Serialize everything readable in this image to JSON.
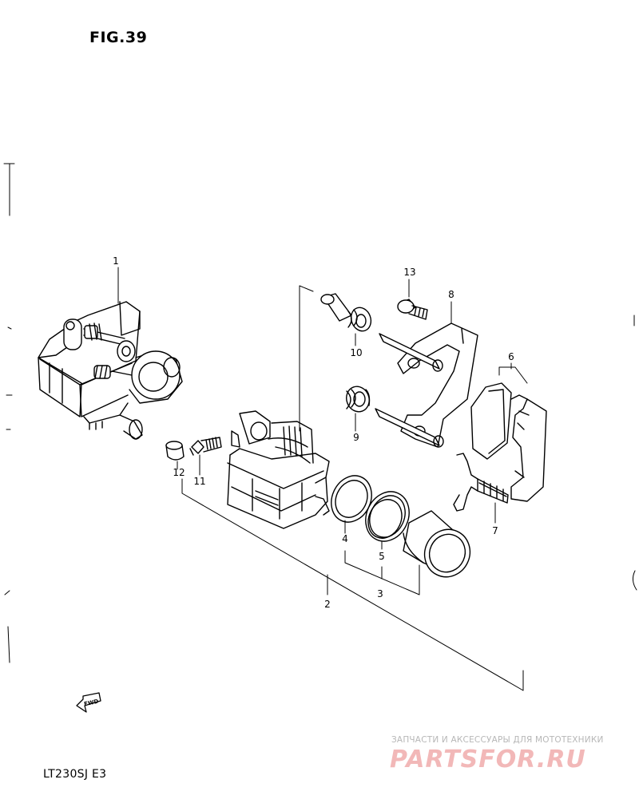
{
  "figure": {
    "title": "FIG.39"
  },
  "model": {
    "code": "LT230SJ  E3"
  },
  "fwd_marker": {
    "label": "FWD"
  },
  "callouts": [
    {
      "id": "1",
      "label": "1"
    },
    {
      "id": "2",
      "label": "2"
    },
    {
      "id": "3",
      "label": "3"
    },
    {
      "id": "4",
      "label": "4"
    },
    {
      "id": "5",
      "label": "5"
    },
    {
      "id": "6",
      "label": "6"
    },
    {
      "id": "7",
      "label": "7"
    },
    {
      "id": "8",
      "label": "8"
    },
    {
      "id": "9",
      "label": "9"
    },
    {
      "id": "10",
      "label": "10"
    },
    {
      "id": "11",
      "label": "11"
    },
    {
      "id": "12",
      "label": "12"
    },
    {
      "id": "13",
      "label": "13"
    }
  ],
  "watermark": {
    "tagline": "ЗАПЧАСТИ И АКСЕССУАРЫ ДЛЯ МОТОТЕХНИКИ",
    "brand": "PARTSFOR.RU"
  }
}
